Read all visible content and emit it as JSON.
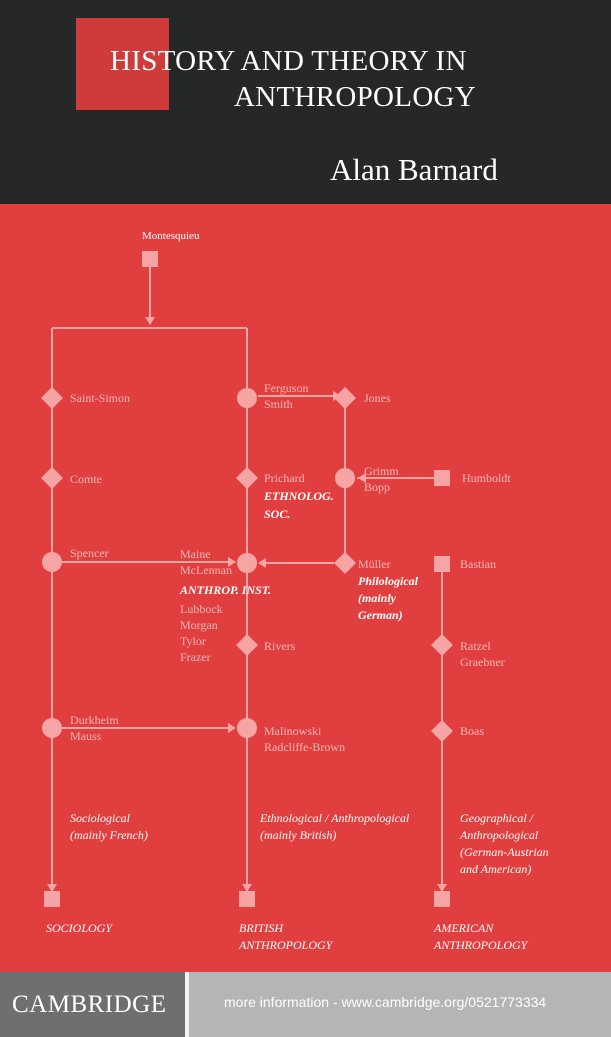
{
  "cover": {
    "title_line1": "HISTORY AND THEORY IN",
    "title_line2": "ANTHROPOLOGY",
    "author": "Alan Barnard"
  },
  "diagram": {
    "nodes": {
      "montesquieu": "Montesquieu",
      "saint_simon": "Saint-Simon",
      "comte": "Comte",
      "spencer": "Spencer",
      "durkheim_mauss": "Durkheim\nMauss",
      "ferguson_smith": "Ferguson\nSmith",
      "jones": "Jones",
      "prichard": "Prichard",
      "grimm_bopp": "Grimm\nBopp",
      "humboldt": "Humboldt",
      "maine_mclennan": "Maine\nMcLennan",
      "lubbock_group": "Lubbock\nMorgan\nTylor\nFrazer",
      "muller": "Müller",
      "bastian": "Bastian",
      "rivers": "Rivers",
      "ratzel_graebner": "Ratzel\nGraebner",
      "malinowski": "Malinowski\nRadcliffe-Brown",
      "boas": "Boas"
    },
    "institutions": {
      "ethnolog_soc": "ETHNOLOG.\nSOC.",
      "anthrop_inst": "ANTHROP. INST.",
      "philological": "Philological\n(mainly\nGerman)"
    },
    "traditions": {
      "sociological": "Sociological\n(mainly French)",
      "ethnological": "Ethnological / Anthropological\n(mainly British)",
      "geographical": "Geographical /\nAnthropological\n(German-Austrian\nand American)"
    },
    "outcomes": {
      "sociology": "SOCIOLOGY",
      "british": "BRITISH\nANTHROPOLOGY",
      "american": "AMERICAN\nANTHROPOLOGY"
    }
  },
  "footer": {
    "publisher": "CAMBRIDGE",
    "more_info": "more information - www.cambridge.org/0521773334"
  },
  "colors": {
    "background_red": "#e13f3f",
    "header_dark": "#262727",
    "diagram_line": "#f7a4a4"
  }
}
